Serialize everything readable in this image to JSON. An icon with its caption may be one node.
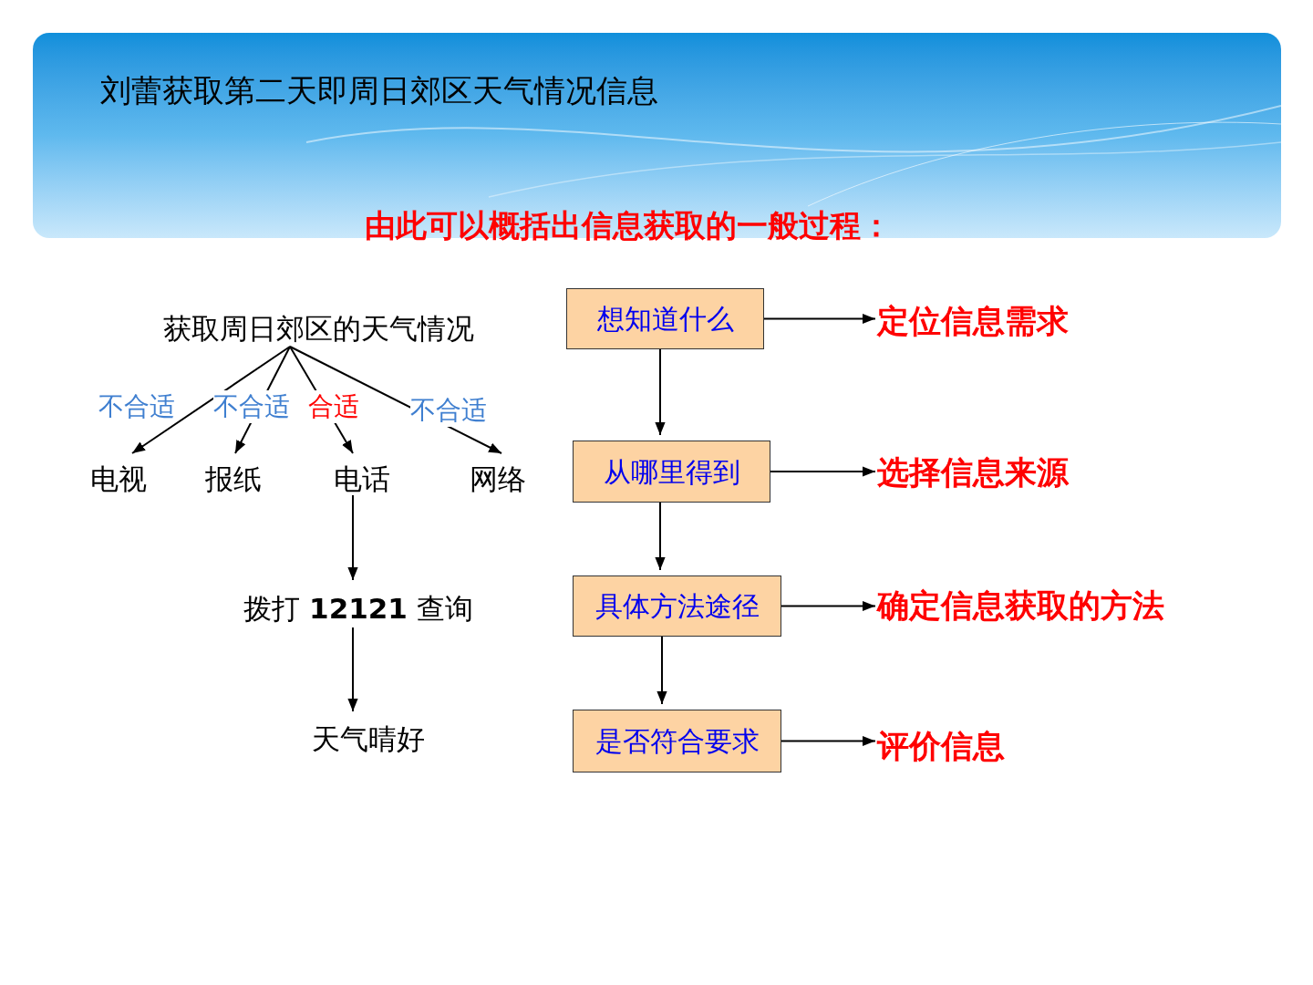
{
  "diagram": {
    "title": "刘蕾获取第二天即周日郊区天气情况信息",
    "nodes": [
      {
        "text": [
          "获取周日郊区的天气情况"
        ]
      },
      {
        "text": [
          "电视"
        ]
      },
      {
        "text": [
          "报纸"
        ]
      },
      {
        "text": [
          "电话"
        ]
      },
      {
        "text": [
          "网络"
        ]
      },
      {
        "text": [
          "拨打 **12121** 查询"
        ]
      },
      {
        "text": [
          "天气晴好"
        ]
      },
      {
        "text": [
          "想知道什么"
        ]
      },
      {
        "text": [
          "从哪里得到"
        ]
      },
      {
        "text": [
          "具体方法途径"
        ]
      },
      {
        "text": [
          "是否符合要求"
        ]
      },
      {
        "text": [
          "定位信息需求"
        ]
      },
      {
        "text": [
          "选择信息来源"
        ]
      },
      {
        "text": [
          "确定信息获取的方法"
        ]
      },
      {
        "text": [
          "评价信息"
        ]
      }
    ],
    "edges": [
      {
        "from": 0,
        "to": 1,
        "arrow": "to",
        "label": "不合适"
      },
      {
        "from": 0,
        "to": 2,
        "arrow": "to",
        "label": "不合适"
      },
      {
        "from": 0,
        "to": 3,
        "arrow": "to",
        "label": "合适"
      },
      {
        "from": 0,
        "to": 4,
        "arrow": "to",
        "label": "不合适"
      },
      {
        "from": 3,
        "to": 5,
        "arrow": "to"
      },
      {
        "from": 5,
        "to": 6,
        "arrow": "to"
      },
      {
        "from": 7,
        "to": 8,
        "arrow": "to"
      },
      {
        "from": 8,
        "to": 9,
        "arrow": "to"
      },
      {
        "from": 9,
        "to": 10,
        "arrow": "to"
      },
      {
        "from": 7,
        "to": 11,
        "arrow": "to"
      },
      {
        "from": 8,
        "to": 12,
        "arrow": "to"
      },
      {
        "from": 9,
        "to": 13,
        "arrow": "to"
      },
      {
        "from": 10,
        "to": 14,
        "arrow": "to"
      }
    ],
    "labels": [
      "由此可以概括出信息获取的一般过程："
    ]
  }
}
